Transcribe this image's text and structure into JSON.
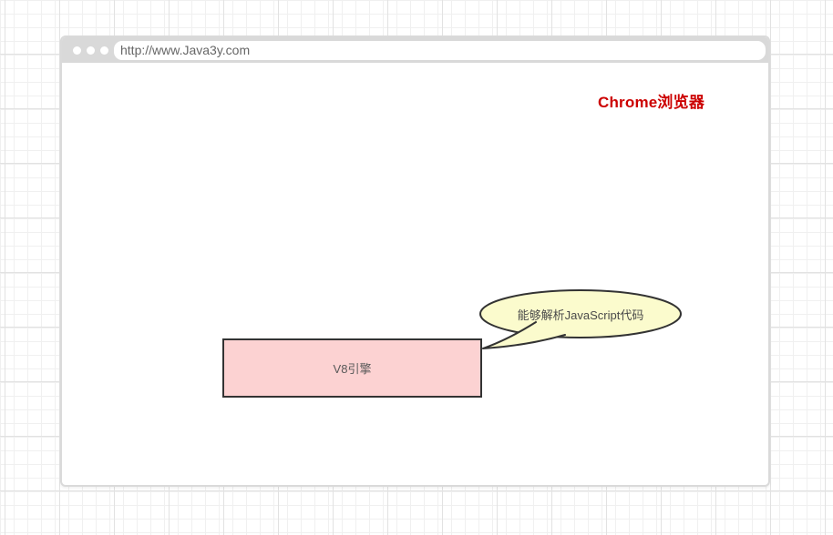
{
  "browser": {
    "url": "http://www.Java3y.com",
    "label": "Chrome浏览器",
    "colors": {
      "label": "#CC0000",
      "titlebar": "#D9D9D9",
      "window_border": "#DADADA"
    }
  },
  "diagram": {
    "engine_box": {
      "label": "V8引擎",
      "fill": "#FCD2D2",
      "border": "#333333"
    },
    "speech_bubble": {
      "text": "能够解析JavaScript代码",
      "fill": "#FBFBCD",
      "border": "#333333"
    }
  }
}
